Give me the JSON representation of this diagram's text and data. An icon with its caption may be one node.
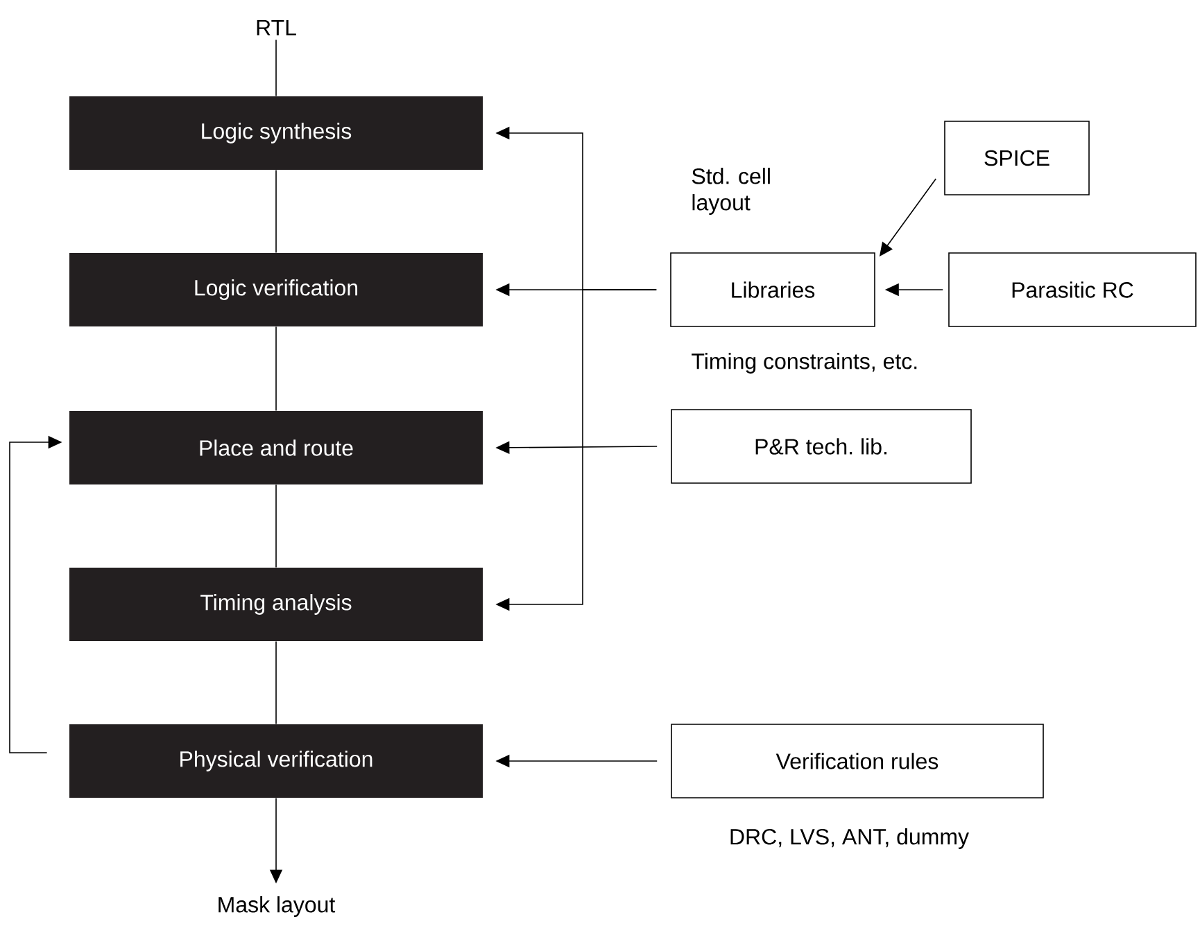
{
  "diagram": {
    "nodes": [
      {
        "text": [
          "RTL"
        ]
      },
      {
        "text": [
          "Logic synthesis"
        ]
      },
      {
        "text": [
          "Logic verification"
        ]
      },
      {
        "text": [
          "Place and route"
        ]
      },
      {
        "text": [
          "Timing analysis"
        ]
      },
      {
        "text": [
          "Physical verification"
        ]
      },
      {
        "text": [
          "Mask layout"
        ]
      },
      {
        "text": [
          "SPICE"
        ]
      },
      {
        "text": [
          "Libraries"
        ],
        "beside": [
          "Std. cell layout",
          "Timing constraints, etc."
        ]
      },
      {
        "text": [
          "Parasitic RC"
        ]
      },
      {
        "text": [
          "P&R tech. lib."
        ]
      },
      {
        "text": [
          "Verification rules"
        ],
        "beside": [
          "DRC, LVS, ANT, dummy"
        ]
      }
    ],
    "edges": [
      {
        "from": 0,
        "to": 1,
        "arrow": "none"
      },
      {
        "from": 1,
        "to": 2,
        "arrow": "none"
      },
      {
        "from": 2,
        "to": 3,
        "arrow": "none"
      },
      {
        "from": 3,
        "to": 4,
        "arrow": "none"
      },
      {
        "from": 4,
        "to": 5,
        "arrow": "none"
      },
      {
        "from": 5,
        "to": 6,
        "arrow": "to"
      },
      {
        "from": 7,
        "to": 8,
        "arrow": "to"
      },
      {
        "from": 9,
        "to": 8,
        "arrow": "to"
      },
      {
        "from": 8,
        "to": 2,
        "arrow": "to"
      },
      {
        "from": 8,
        "to": 1,
        "arrow": "to"
      },
      {
        "from": 8,
        "to": 4,
        "arrow": "to"
      },
      {
        "from": 10,
        "to": 3,
        "arrow": "to"
      },
      {
        "from": 11,
        "to": 5,
        "arrow": "to"
      },
      {
        "from": 5,
        "to": 3,
        "arrow": "to"
      }
    ]
  }
}
